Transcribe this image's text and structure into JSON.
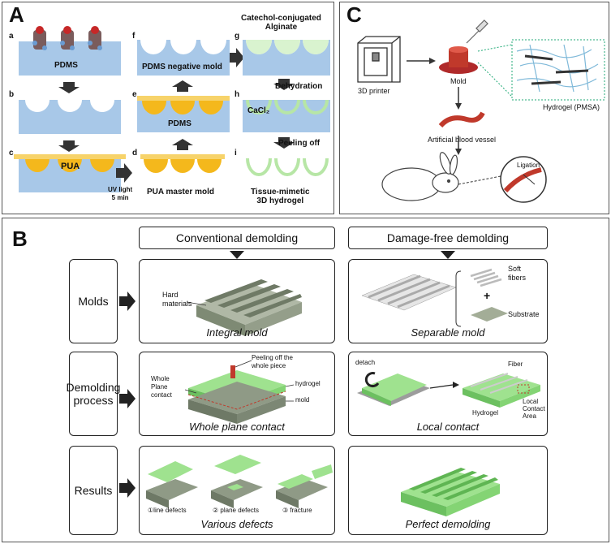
{
  "panel_a": {
    "label": "A",
    "steps": {
      "a": "a",
      "b": "b",
      "c": "c",
      "d": "d",
      "e": "e",
      "f": "f",
      "g": "g",
      "h": "h",
      "i": "i"
    },
    "pdms_top": "PDMS",
    "pua": "PUA",
    "uv_line1": "UV light",
    "uv_line2": "5 min",
    "pua_master": "PUA master mold",
    "pdms_mid": "PDMS",
    "pdms_negative": "PDMS negative mold",
    "catechol_line1": "Catechol-conjugated",
    "catechol_line2": "Alginate",
    "dehydration": "Dehydration",
    "cacl2": "CaCl₂",
    "peeling": "Peeling off",
    "tissue_line1": "Tissue-mimetic",
    "tissue_line2": "3D hydrogel"
  },
  "panel_c": {
    "label": "C",
    "printer": "3D printer",
    "mold": "Mold",
    "hydrogel": "Hydrogel (PMSA)",
    "vessel": "Artificial blood vessel",
    "ligation": "Ligation"
  },
  "panel_b": {
    "label": "B",
    "col_conventional": "Conventional demolding",
    "col_damage_free": "Damage-free demolding",
    "row_molds": "Molds",
    "row_demolding_line1": "Demolding",
    "row_demolding_line2": "process",
    "row_results": "Results",
    "hard_line1": "Hard",
    "hard_line2": "materials",
    "integral_mold": "Integral mold",
    "soft_line1": "Soft",
    "soft_line2": "fibers",
    "plus": "+",
    "substrate": "Substrate",
    "separable_mold": "Separable mold",
    "peel_line1": "Peeling off the",
    "peel_line2": "whole piece",
    "whole_line1": "Whole",
    "whole_line2": "Plane",
    "whole_line3": "contact",
    "hydrogel": "hydrogel",
    "mold": "mold",
    "whole_plane_contact": "Whole plane contact",
    "detach": "detach",
    "fiber": "Fiber",
    "hydrogel_cap": "Hydrogel",
    "local_line1": "Local",
    "local_line2": "Contact",
    "local_line3": "Area",
    "local_contact": "Local contact",
    "line_defects": "①line defects",
    "plane_defects": "② plane defects",
    "fracture": "③ fracture",
    "various_defects": "Various defects",
    "perfect_demolding": "Perfect demolding"
  },
  "colors": {
    "mold_blue": "#a8c8e8",
    "pua_gold": "#f4b81c",
    "pua_layer": "#f7d36a",
    "hydrogel_green": "#9fe28f",
    "mold_gray": "#8f9a86",
    "vessel_red": "#c0392b"
  }
}
